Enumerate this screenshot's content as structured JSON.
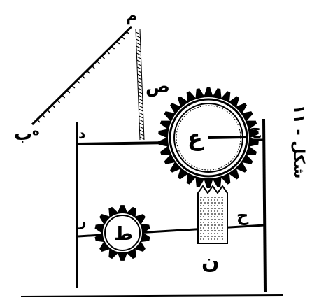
{
  "figure": {
    "caption": "شكل - ١١",
    "labels": {
      "pivot_top": "م",
      "rod_end": "ب",
      "rod_mark": "ه",
      "string": "ص",
      "left_bar_end": "د",
      "big_gear_center": "ع",
      "big_gear_right": "ج",
      "lower_bar_right": "ح",
      "small_gear_center": "ط",
      "small_gear_left": "ر",
      "weight": "ن"
    }
  },
  "colors": {
    "ink": "#000000",
    "paper": "#ffffff",
    "hatch": "#555555"
  }
}
